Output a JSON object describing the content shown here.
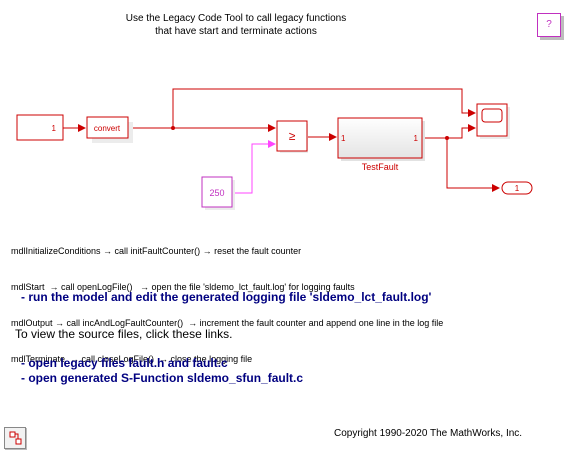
{
  "title": {
    "line1": "Use the Legacy Code Tool to call legacy functions",
    "line2": "that have start and terminate actions"
  },
  "help_button": {
    "label": "?"
  },
  "blocks": {
    "inport_value": "1",
    "convert_label": "convert",
    "relop_symbol": "≥",
    "constant_value": "250",
    "sfun_name": "TestFault",
    "sfun_in_port": "1",
    "sfun_out_port": "1",
    "outport_value": "1"
  },
  "notes": {
    "line1": "mdlInitializeConditions → call initFaultCounter() → reset the fault counter",
    "line2": "mdlStart  → call openLogFile()   → open the file 'sldemo_lct_fault.log' for logging faults",
    "line3": "mdlOutput → call incAndLogFaultCounter()  → increment the fault counter and append one line in the log file",
    "line4": "mdlTerminate  → call closeLogFile()  → close the logging file"
  },
  "links": {
    "run_model": "   - run the model and edit the generated logging file 'sldemo_lct_fault.log'",
    "source_intro": "To view the source files, click these links.",
    "open_fault": "   - open legacy files fault.h and fault.c",
    "open_sfun": "   - open generated S-Function sldemo_sfun_fault.c"
  },
  "copyright": "Copyright 1990-2020 The MathWorks, Inc.",
  "colors": {
    "signal": "#cc0000",
    "constant_signal": "#ff44ff",
    "block_border": "#cc0000",
    "constant_border": "#c030c0",
    "link": "#000080"
  },
  "icons": {
    "scope": "scope-screen-icon",
    "model_browser": "model-browser-icon"
  }
}
